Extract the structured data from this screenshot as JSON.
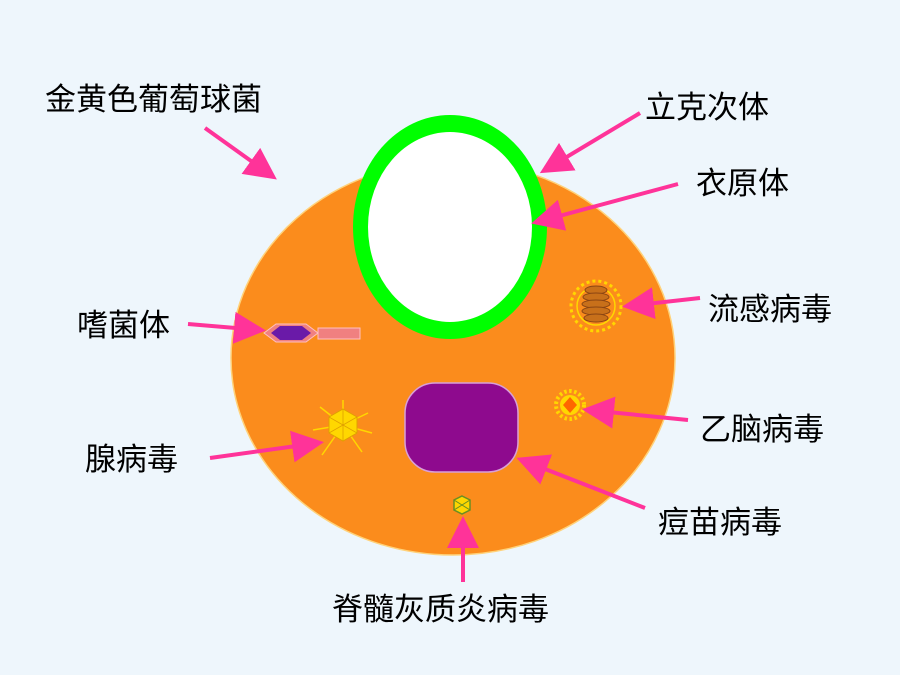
{
  "labels": {
    "staphylococcus": "金黄色葡萄球菌",
    "rickettsia": "立克次体",
    "chlamydia": "衣原体",
    "bacteriophage": "嗜菌体",
    "influenza_virus": "流感病毒",
    "japanese_encephalitis_virus": "乙脑病毒",
    "adenovirus": "腺病毒",
    "vaccinia_virus": "痘苗病毒",
    "poliovirus": "脊髓灰质炎病毒"
  },
  "colors": {
    "background": "#eef6fc",
    "staphylococcus_fill": "#fb8c1c",
    "rickettsia_ring": "#00ff00",
    "chlamydia_fill": "#ffffff",
    "vaccinia_fill": "#8e0a8e",
    "arrow": "#ff3399",
    "virus_yellow": "#ffd700",
    "phage_head": "#6a1aa8",
    "phage_tail": "#f08080"
  },
  "icons": [
    "bacteriophage-icon",
    "influenza-virus-icon",
    "japanese-encephalitis-virus-icon",
    "adenovirus-icon",
    "poliovirus-icon"
  ]
}
